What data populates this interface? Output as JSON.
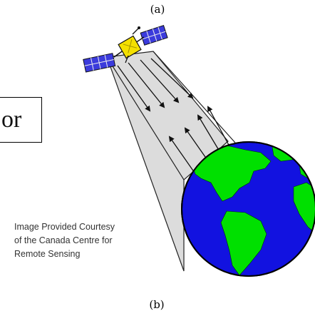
{
  "labels": {
    "top": "(a)",
    "bottom": "(b)"
  },
  "boxed_fragment": "or",
  "courtesy_lines": [
    "Image Provided Courtesy",
    "of the Canada Centre for",
    "Remote Sensing"
  ],
  "colors": {
    "ocean": "#1010e0",
    "land": "#00e400",
    "beam": "#d8d8d8",
    "satellite_body": "#f2e000",
    "panels": "#3a3ad8"
  }
}
